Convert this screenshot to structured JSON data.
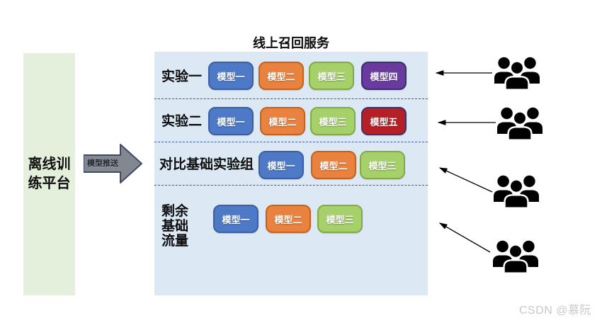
{
  "page": {
    "watermark": "CSDN @慕阮",
    "background": "#ffffff"
  },
  "offline_platform": {
    "label": "离线训\n练平台",
    "bg_color": "#e4efdc"
  },
  "push_arrow": {
    "label": "模型推送",
    "fill_color": "#83878f",
    "border_color": "#3e4a66"
  },
  "recall_service": {
    "title": "线上召回服务",
    "bg_color": "#dce8f4",
    "divider_color": "#3d5a96",
    "rows": [
      {
        "label": "实验一",
        "models": [
          {
            "name": "模型一",
            "color_key": "model1"
          },
          {
            "name": "模型二",
            "color_key": "model2"
          },
          {
            "name": "模型三",
            "color_key": "model3"
          },
          {
            "name": "模型四",
            "color_key": "model4"
          }
        ]
      },
      {
        "label": "实验二",
        "models": [
          {
            "name": "模型一",
            "color_key": "model1"
          },
          {
            "name": "模型二",
            "color_key": "model2"
          },
          {
            "name": "模型三",
            "color_key": "model3"
          },
          {
            "name": "模型五",
            "color_key": "model5"
          }
        ]
      },
      {
        "label": "对比基础实验组",
        "models": [
          {
            "name": "模型一",
            "color_key": "model1"
          },
          {
            "name": "模型二",
            "color_key": "model2"
          },
          {
            "name": "模型三",
            "color_key": "model3"
          }
        ]
      },
      {
        "label": "剩余\n基础\n流量",
        "models": [
          {
            "name": "模型一",
            "color_key": "model1"
          },
          {
            "name": "模型二",
            "color_key": "model2"
          },
          {
            "name": "模型三",
            "color_key": "model3"
          }
        ]
      }
    ]
  },
  "model_colors": {
    "model1": {
      "bg": "#4d79c7",
      "border": "#3a5fa3"
    },
    "model2": {
      "bg": "#e8823e",
      "border": "#c2631f"
    },
    "model3": {
      "bg": "#a6d06a",
      "border": "#82ab45"
    },
    "model4": {
      "bg": "#6b3a9e",
      "border": "#3a2d6e"
    },
    "model5": {
      "bg": "#b42025",
      "border": "#43306a"
    }
  },
  "user_groups": {
    "icon": "people-group-icon",
    "count": 4,
    "color": "#000000"
  }
}
